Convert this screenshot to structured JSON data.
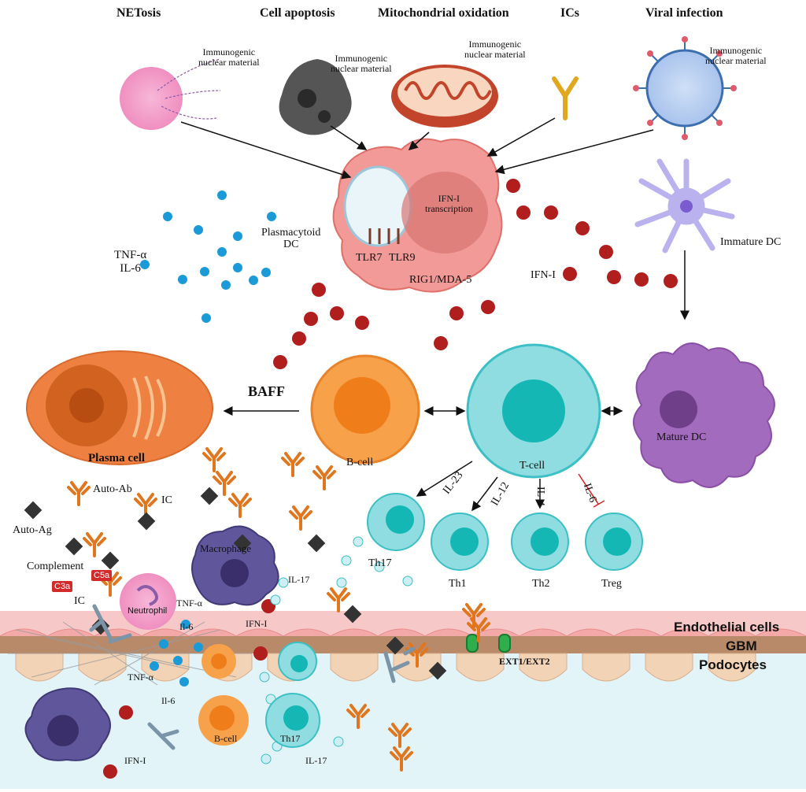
{
  "sources": {
    "netosis": "NETosis",
    "apoptosis": "Cell apoptosis",
    "mito": "Mitochondrial oxidation",
    "ics": "ICs",
    "viral": "Viral infection"
  },
  "immunogenic": "Immunogenic\nnuclear material",
  "pdc": {
    "label": "Plasmacytoid\nDC",
    "ifn_transcription": "IFN-I\ntranscription",
    "tlr7": "TLR7",
    "tlr9": "TLR9",
    "rig": "RIG1/MDA-5"
  },
  "cytokines": {
    "tnf_il6": "TNF-α\nIL-6",
    "ifn": "IFN-I",
    "baff": "BAFF"
  },
  "cells": {
    "immature_dc": "Immature DC",
    "mature_dc": "Mature DC",
    "plasma": "Plasma cell",
    "bcell": "B-cell",
    "tcell": "T-cell",
    "th17": "Th17",
    "th1": "Th1",
    "th2": "Th2",
    "treg": "Treg",
    "macrophage": "Macrophage",
    "neutrophil": "Neutrophil"
  },
  "interleukins": {
    "il23": "IL-23",
    "il12": "IL-12",
    "il4": "IL-4",
    "il6": "IL-6"
  },
  "immune": {
    "auto_ab": "Auto-Ab",
    "ic": "IC",
    "auto_ag": "Auto-Ag",
    "complement": "Complement",
    "c3a": "C3a",
    "c5a": "C5a"
  },
  "tissue": {
    "il17": "IL-17",
    "tnf": "TNF-α",
    "il6": "Il-6",
    "ifn": "IFN-I",
    "ext": "EXT1/EXT2",
    "endothelial": "Endothelial cells",
    "gbm": "GBM",
    "podocytes": "Podocytes",
    "bcell": "B-cell",
    "th17": "Th17"
  },
  "colors": {
    "ifn_dot": "#b01e1e",
    "tnf_dot": "#1a9ad6",
    "dna": "#1fa68a",
    "antibody": "#e0761e",
    "pdc_body": "#f29a97",
    "tcell": "#8fdde0",
    "bcell": "#f7a14b",
    "plasma": "#ee8042",
    "mature_dc": "#a36bbd",
    "immature_dc": "#b9b2ee",
    "endothelial": "#f7c8c8",
    "gbm": "#b98a6a",
    "podocyte_bg": "#e2f4f8"
  }
}
